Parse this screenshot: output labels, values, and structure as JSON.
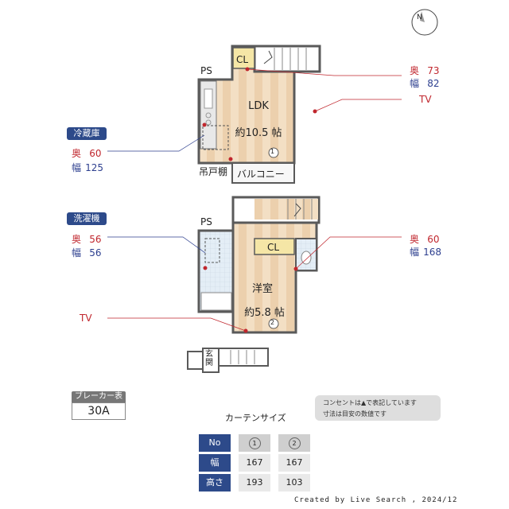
{
  "rooms": {
    "ldk": {
      "name": "LDK",
      "size": "約10.5 帖"
    },
    "yoshitsu": {
      "name": "洋室",
      "size": "約5.8 帖"
    },
    "balcony": "バルコニー",
    "tsuridana": "吊戸棚",
    "genkan": "玄関",
    "cl_upper": "CL",
    "cl_lower": "CL",
    "ps_upper": "PS",
    "ps_lower": "PS",
    "window_no1": "1",
    "window_no2": "2"
  },
  "callouts": {
    "fridge": {
      "title": "冷蔵庫",
      "depth_label": "奥",
      "depth": "60",
      "width_label": "幅",
      "width": "125"
    },
    "washer": {
      "title": "洗濯機",
      "depth_label": "奥",
      "depth": "56",
      "width_label": "幅",
      "width": "56"
    },
    "cl_upper": {
      "depth_label": "奥",
      "depth": "73",
      "width_label": "幅",
      "width": "82"
    },
    "cl_lower": {
      "depth_label": "奥",
      "depth": "60",
      "width_label": "幅",
      "width": "168"
    },
    "tv_upper": "TV",
    "tv_lower": "TV"
  },
  "breaker": {
    "title": "ブレーカー表記",
    "value": "30A"
  },
  "note": {
    "line1": "コンセントは▲で表記しています",
    "line2": "寸法は目安の数値です"
  },
  "curtain": {
    "title": "カーテンサイズ",
    "header": {
      "no": "No",
      "c1": "1",
      "c2": "2"
    },
    "rows": [
      {
        "label": "幅",
        "c1": "167",
        "c2": "167"
      },
      {
        "label": "高さ",
        "c1": "193",
        "c2": "103"
      }
    ]
  },
  "compass": {
    "label": "N"
  },
  "credit": "Created by Live Search , 2024/12",
  "colors": {
    "wall": "#5a5a5a",
    "floor": "#f2dcc0",
    "floor_stripe": "#e8c9a4",
    "closet": "#f5e6a6",
    "tile": "#dfe9f2",
    "red": "#c0262d",
    "blue": "#2d3f8f",
    "navy": "#2d4a8a"
  }
}
